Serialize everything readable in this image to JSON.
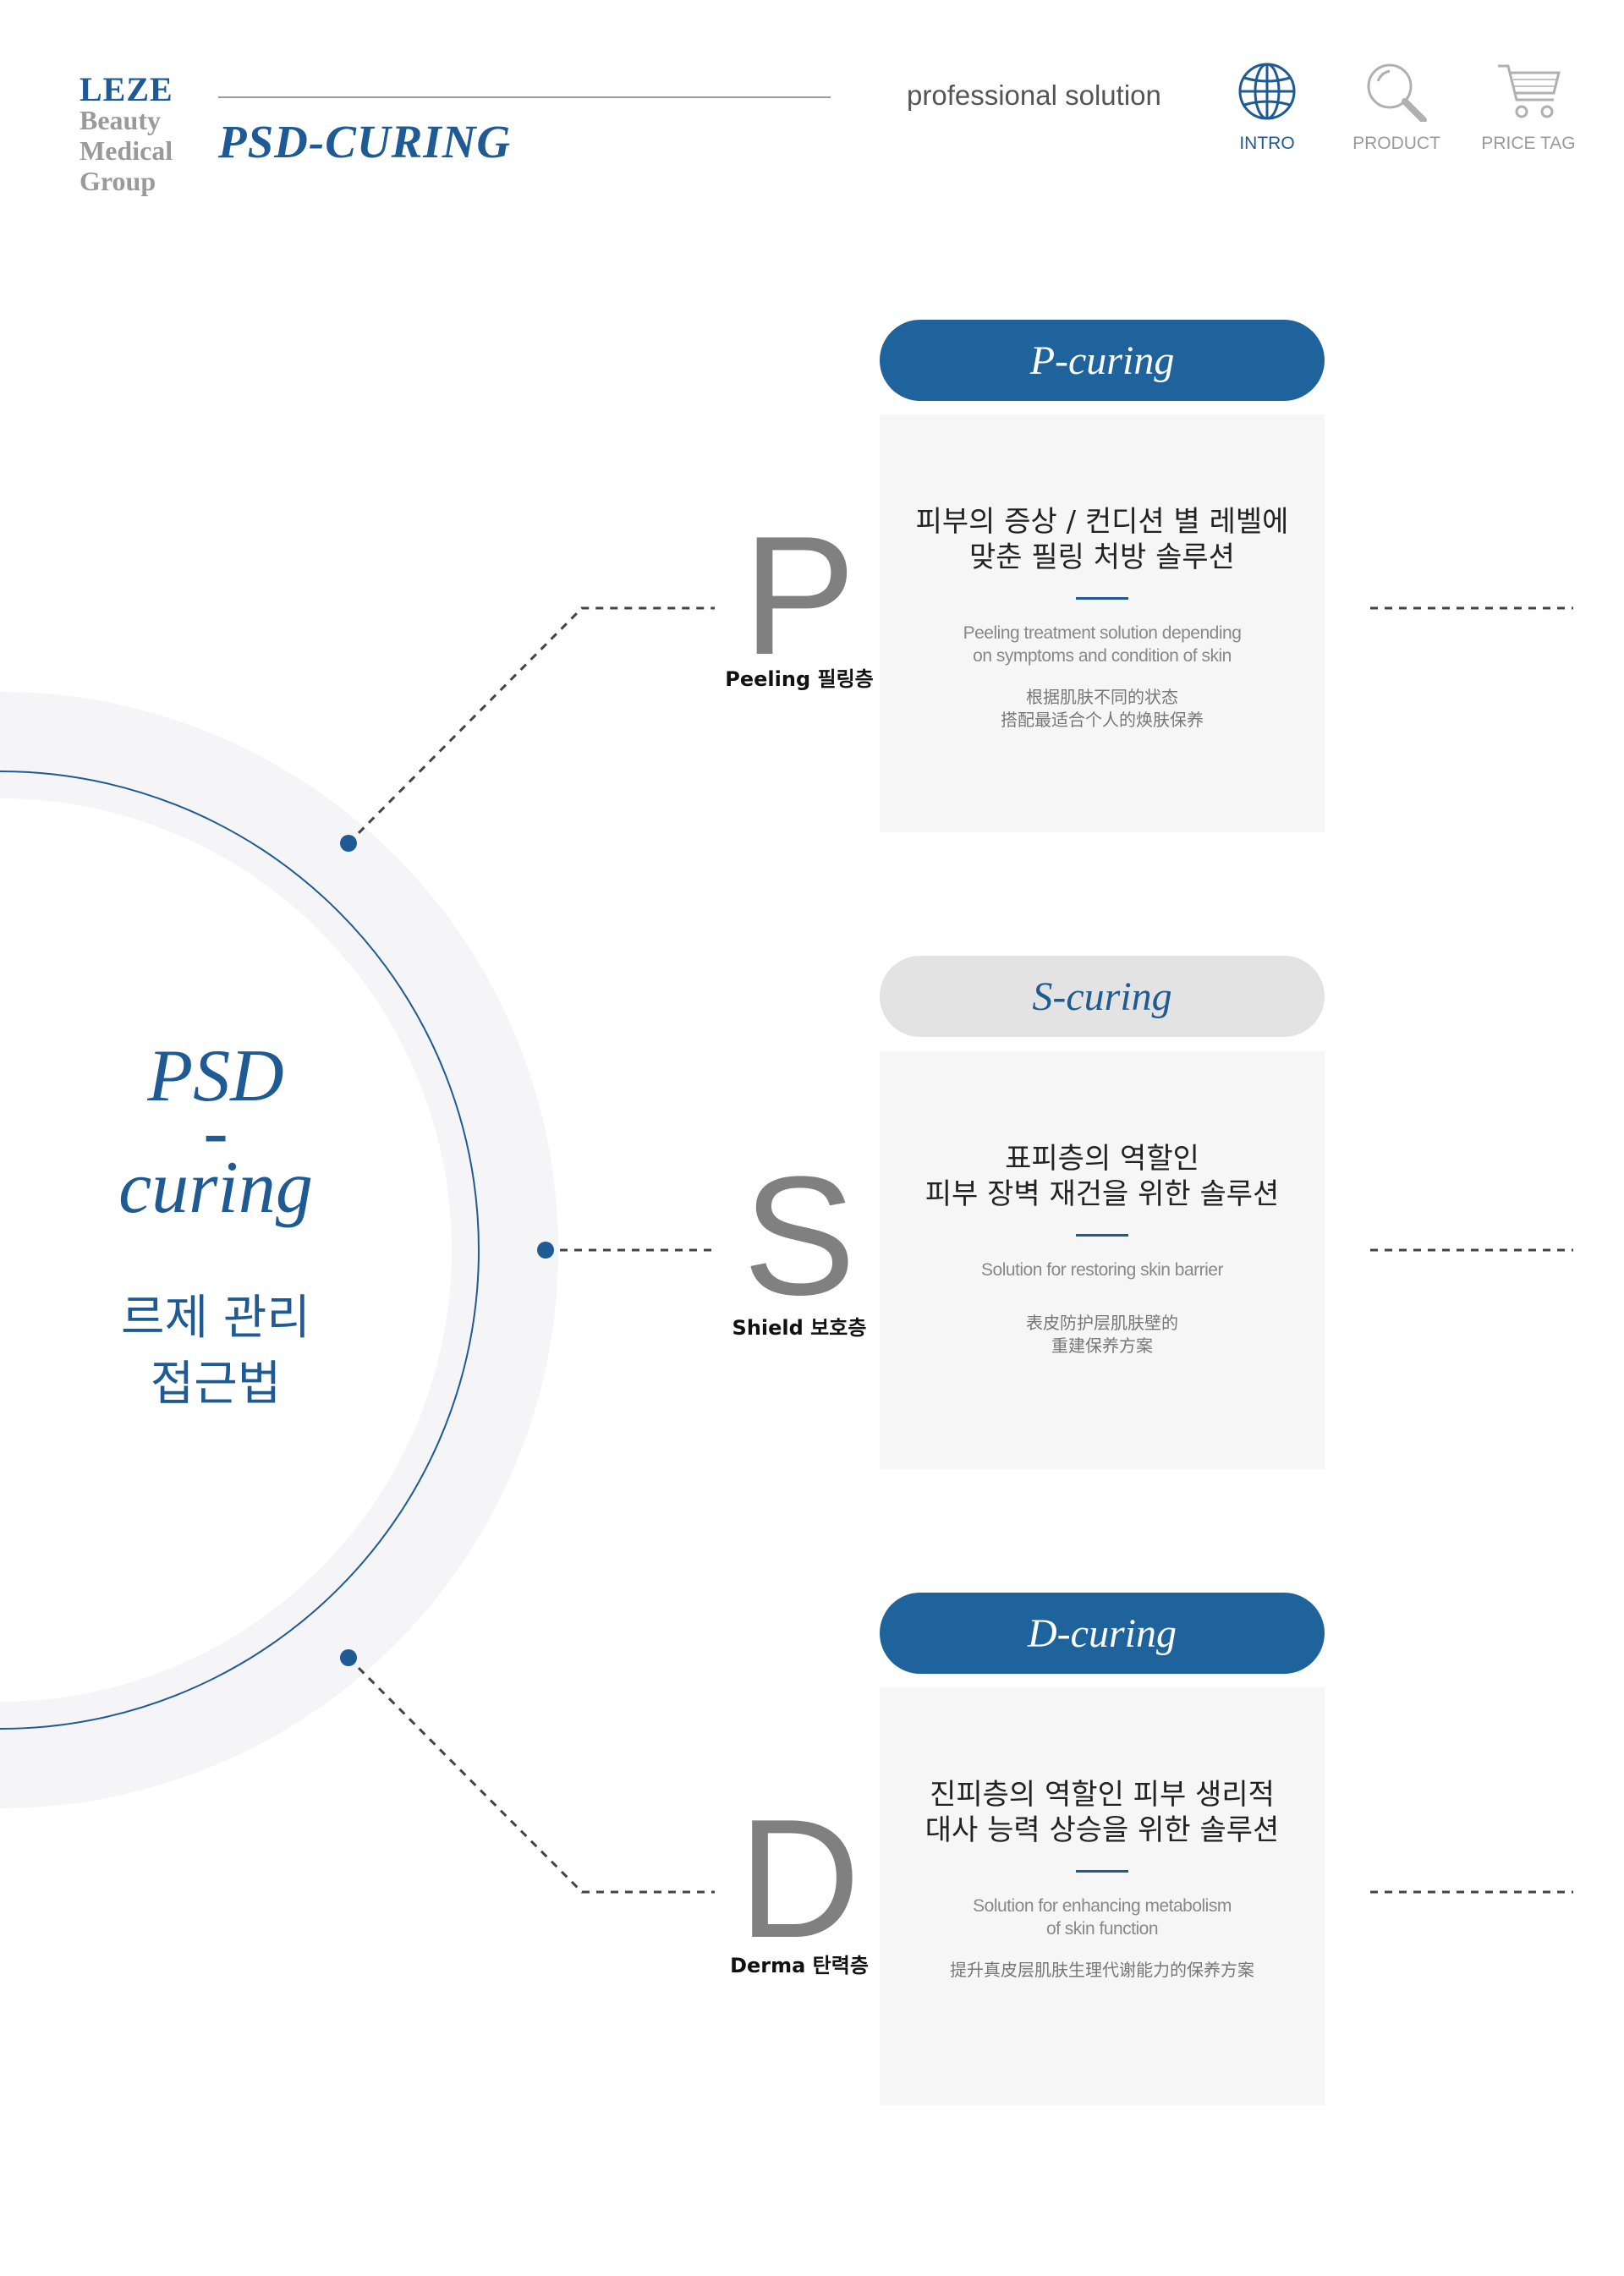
{
  "header": {
    "logo_lines": [
      "LEZE",
      "Beauty",
      "Medical",
      "Group"
    ],
    "title": "PSD-CURING",
    "tagline": "professional solution",
    "nav": [
      {
        "label": "INTRO",
        "icon": "globe-icon",
        "active": true
      },
      {
        "label": "PRODUCT",
        "icon": "magnifier-icon",
        "active": false
      },
      {
        "label": "PRICE TAG",
        "icon": "cart-icon",
        "active": false
      }
    ]
  },
  "hero": {
    "title_lines": [
      "PSD",
      "-",
      "curing"
    ],
    "subtitle_lines": [
      "르제 관리",
      "접근법"
    ]
  },
  "sections": [
    {
      "letter": "P",
      "caption": "Peeling 필링층",
      "pill": "P-curing",
      "pill_style": "blue",
      "ko_lines": [
        "피부의 증상 / 컨디션 별 레벨에",
        "맞춘 필링 처방 솔루션"
      ],
      "en_lines": [
        "Peeling treatment solution depending",
        "on symptoms and condition of skin"
      ],
      "cn_lines": [
        "根据肌肤不同的状态",
        "搭配最适合个人的焕肤保养"
      ]
    },
    {
      "letter": "S",
      "caption": "Shield 보호층",
      "pill": "S-curing",
      "pill_style": "gray",
      "ko_lines": [
        "표피층의 역할인",
        "피부 장벽 재건을 위한 솔루션"
      ],
      "en_lines": [
        "Solution for restoring skin barrier"
      ],
      "cn_lines": [
        "表皮防护层肌肤壁的",
        "重建保养方案"
      ]
    },
    {
      "letter": "D",
      "caption": "Derma 탄력층",
      "pill": "D-curing",
      "pill_style": "blue",
      "ko_lines": [
        "진피층의 역할인 피부 생리적",
        "대사 능력 상승을 위한 솔루션"
      ],
      "en_lines": [
        "Solution for enhancing metabolism",
        "of skin function"
      ],
      "cn_lines": [
        "提升真皮层肌肤生理代谢能力的保养方案"
      ]
    }
  ],
  "colors": {
    "brand_blue": "#1e5b94",
    "pill_blue": "#1e639c",
    "pill_gray": "#e3e3e3",
    "card_bg": "#f6f6f6",
    "ring_gray": "#f5f5f7"
  }
}
